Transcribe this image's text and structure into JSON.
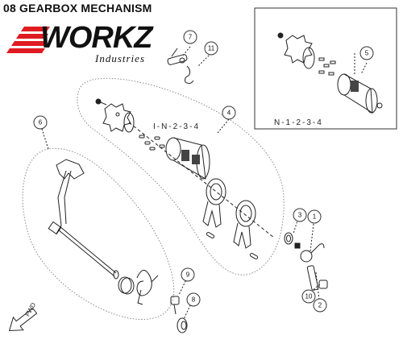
{
  "title": "08 GEARBOX MECHANISM",
  "logo": {
    "word": "WORKZ",
    "sub": "Industries",
    "brand_color": "#e01b22"
  },
  "callouts": [
    {
      "id": "c1",
      "label": "1"
    },
    {
      "id": "c2",
      "label": "2"
    },
    {
      "id": "c3",
      "label": "3"
    },
    {
      "id": "c4",
      "label": "4"
    },
    {
      "id": "c5",
      "label": "5"
    },
    {
      "id": "c6",
      "label": "6"
    },
    {
      "id": "c7",
      "label": "7"
    },
    {
      "id": "c8",
      "label": "8"
    },
    {
      "id": "c9",
      "label": "9"
    },
    {
      "id": "c10",
      "label": "10"
    },
    {
      "id": "c11",
      "label": "11"
    }
  ],
  "gear_sequence_main": "I-N-2-3-4",
  "gear_sequence_inset": "N-1-2-3-4",
  "direction_label": "FWD"
}
